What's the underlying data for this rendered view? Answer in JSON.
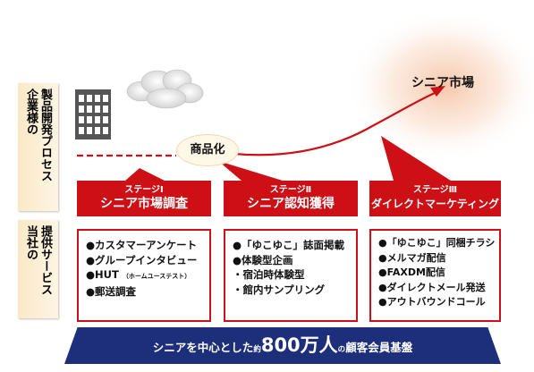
{
  "side_labels": {
    "development": [
      "企業様の",
      "製品開発プロセス"
    ],
    "services": [
      "当社の",
      "提供サービス"
    ]
  },
  "product_label": "商品化",
  "market_label": "シニア市場",
  "stages": [
    {
      "stage": "ステージⅠ",
      "title": "シニア市場調査",
      "items": [
        "●カスタマーアンケート",
        "●グループインタビュー",
        "●HUT",
        "●郵送調査"
      ],
      "hut_note": "（ホームユーステスト）"
    },
    {
      "stage": "ステージⅡ",
      "title": "シニア認知獲得",
      "items": [
        "●「ゆこゆこ」誌面掲載",
        "●体験型企画",
        "・宿泊時体験型",
        "・館内サンプリング"
      ]
    },
    {
      "stage": "ステージⅢ",
      "title": "ダイレクトマーケティング",
      "items": [
        "●「ゆこゆこ」同梱チラシ",
        "●メルマガ配信",
        "●FAXDM配信",
        "●ダイレクトメール発送",
        "●アウトバウンドコール"
      ]
    }
  ],
  "bottom_bar": {
    "prefix": "シニアを中心とした",
    "approx": "約",
    "number": "800万人",
    "no": "の",
    "suffix": "顧客会員基盤"
  },
  "colors": {
    "accent_red": "#cc1016",
    "navy": "#1d2f7a",
    "label_bg": "#fbe9c8"
  }
}
